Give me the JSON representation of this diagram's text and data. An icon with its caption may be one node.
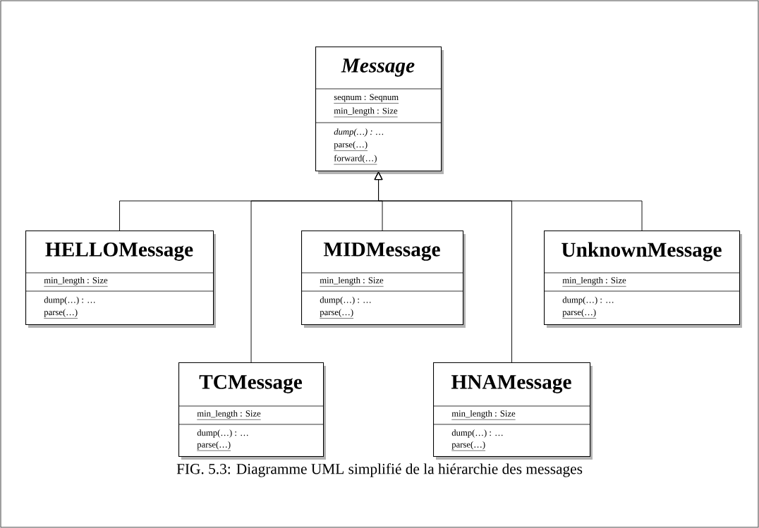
{
  "diagram": {
    "caption": "FIG. 5.3: Diagramme UML simplifié de la hiérarchie des messages",
    "nodes": [
      {
        "text": [
          "Message",
          "seqnum : Seqnum",
          "min_length : Size",
          "dump(…) : …",
          "parse(…)",
          "forward(…)"
        ]
      },
      {
        "text": [
          "HELLOMessage",
          "min_length : Size",
          "dump(…) : …",
          "parse(…)"
        ]
      },
      {
        "text": [
          "MIDMessage",
          "min_length : Size",
          "dump(…) : …",
          "parse(…)"
        ]
      },
      {
        "text": [
          "UnknownMessage",
          "min_length : Size",
          "dump(…) : …",
          "parse(…)"
        ]
      },
      {
        "text": [
          "TCMessage",
          "min_length : Size",
          "dump(…) : …",
          "parse(…)"
        ]
      },
      {
        "text": [
          "HNAMessage",
          "min_length : Size",
          "dump(…) : …",
          "parse(…)"
        ]
      }
    ],
    "edges": [
      {
        "from": 1,
        "to": 0,
        "arrow": "to"
      },
      {
        "from": 4,
        "to": 0,
        "arrow": "to"
      },
      {
        "from": 2,
        "to": 0,
        "arrow": "to"
      },
      {
        "from": 5,
        "to": 0,
        "arrow": "to"
      },
      {
        "from": 3,
        "to": 0,
        "arrow": "to"
      }
    ]
  }
}
